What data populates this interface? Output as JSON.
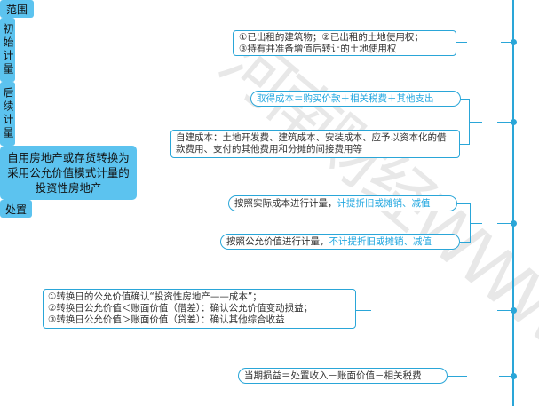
{
  "watermark": "河南财经WWW.",
  "sections": {
    "fanwei": {
      "label": "范围",
      "lines": [
        "①已出租的建筑物；②已出租的土地使用权；",
        "③持有并准备增值后转让的土地使用权"
      ]
    },
    "chushi": {
      "label": "初始计量",
      "item1": "取得成本＝购买价款＋相关税费＋其他支出",
      "item2": "自建成本：土地开发费、建筑成本、安装成本、应予以资本化的借款费用、支付的其他费用和分摊的间接费用等"
    },
    "houxu": {
      "label": "后续计量",
      "item1_main": "按照实际成本进行计量，",
      "item1_hl": "计提折旧或摊销、减值",
      "item2_main": "按照公允价值进行计量，",
      "item2_hl": "不计提折旧或摊销、减值"
    },
    "zhuanhuan": {
      "label": "自用房地产或存货转换为采用公允价值模式计量的投资性房地产",
      "lines": [
        "①转换日的公允价值确认“投资性房地产——成本”；",
        "②转换日公允价值＜账面价值（借差）：确认公允价值变动损益；",
        "③转换日公允价值＞账面价值（贷差）：确认其他综合收益"
      ]
    },
    "chuzhi": {
      "label": "处置",
      "item": "当期损益＝处置收入－账面价值－相关税费"
    }
  }
}
